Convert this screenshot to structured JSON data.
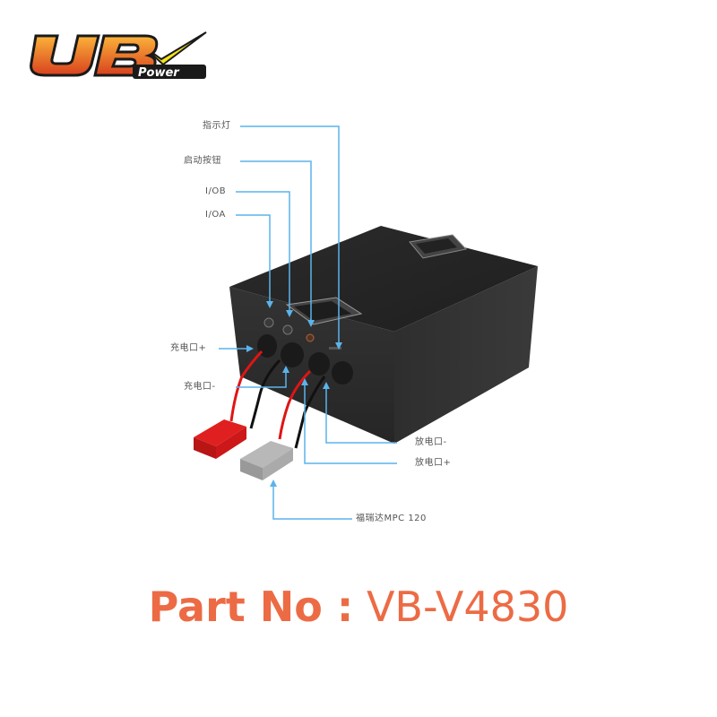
{
  "logo": {
    "text_main": "UB",
    "text_sub": "Power",
    "colors": {
      "orange": "#e8612a",
      "yellow": "#f5e31a",
      "outline": "#1a1a1a"
    }
  },
  "diagram": {
    "line_color": "#5ab4ec",
    "box_color": "#2a2a2a",
    "labels": {
      "indicator_light": "指示灯",
      "start_button": "启动按钮",
      "io_b": "I/OB",
      "io_a": "I/OA",
      "charge_port_pos": "充电口+",
      "charge_port_neg": "充电口-",
      "discharge_port_neg": "放电口-",
      "discharge_port_pos": "放电口+",
      "connector": "福瑞达MPC 120"
    }
  },
  "footer": {
    "part_label": "Part No :",
    "part_number": "VB-V4830",
    "color": "#ec6b45"
  }
}
